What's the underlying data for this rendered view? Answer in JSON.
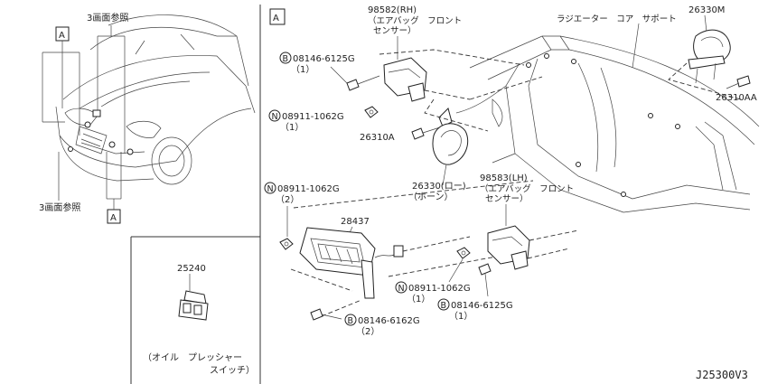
{
  "panel_box_letter": "A",
  "left_panel": {
    "ref_top": "3画面参照",
    "ref_bottom": "3画面参照",
    "callout_top": "A",
    "callout_bottom": "A"
  },
  "inset": {
    "part_number": "25240",
    "name_line1": "（オイル　プレッシャー",
    "name_line2": "スイッチ）"
  },
  "right_panel": {
    "sensor_rh_number": "98582(RH)",
    "sensor_rh_name1": "（エアバッグ　フロント",
    "sensor_rh_name2": "センサー）",
    "radiator_support": "ラジエーター　コア　サポート",
    "horn_high_number": "26330M",
    "bolt_26310aa": "26310AA",
    "bolt_b1_number": "08146-6125G",
    "bolt_b1_qty": "（1）",
    "nut_n1_number": "08911-1062G",
    "nut_n1_qty": "（1）",
    "bolt_26310a": "26310A",
    "horn_low_number": "26330(ロー)",
    "horn_low_name": "（ホーン）",
    "nut_n2_number": "08911-1062G",
    "nut_n2_qty": "（2）",
    "sensor_lh_number": "98583(LH)",
    "sensor_lh_name1": "（エアバッグ　フロント",
    "sensor_lh_name2": "センサー）",
    "lamp_number": "28437",
    "nut_n3_number": "08911-1062G",
    "nut_n3_qty": "（1）",
    "bolt_b2_number": "08146-6125G",
    "bolt_b2_qty": "（1）",
    "bolt_b3_number": "08146-6162G",
    "bolt_b3_qty": "（2）",
    "prefix_b": "B",
    "prefix_n": "N"
  },
  "diagram_code": "J25300V3"
}
